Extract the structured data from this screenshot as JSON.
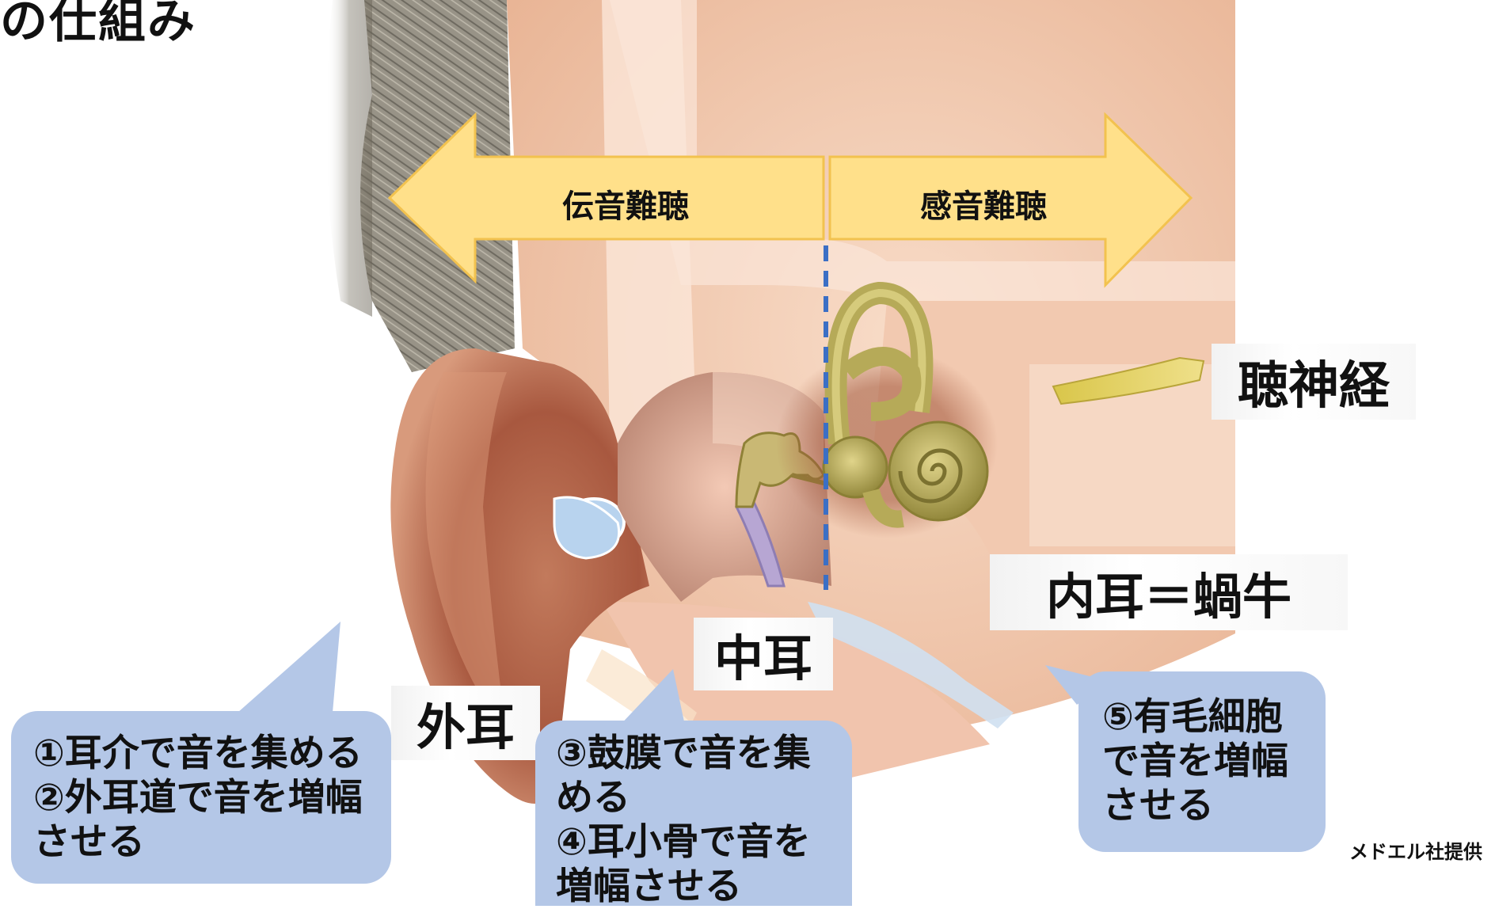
{
  "title": "の仕組み",
  "arrows": {
    "left": "伝音難聴",
    "right": "感音難聴"
  },
  "labels": {
    "auditory_nerve": "聴神経",
    "inner_ear": "内耳＝蝸牛",
    "middle_ear": "中耳",
    "outer_ear": "外耳"
  },
  "bubbles": {
    "outer": [
      "①耳介で音を集める",
      "②外耳道で音を増幅",
      "させる"
    ],
    "middle": [
      "③鼓膜で音を集",
      "める",
      "④耳小骨で音を",
      "増幅させる"
    ],
    "inner": [
      "⑤有毛細胞",
      "で音を増幅",
      "させる"
    ]
  },
  "credit": "メドエル社提供",
  "colors": {
    "arrow_fill": "#ffe08a",
    "arrow_stroke": "#f2c24f",
    "bubble": "#b4c7e7",
    "divider": "#3b6fc5",
    "cochlea": "#b9ad5a",
    "skin": "#f3cdb4"
  }
}
